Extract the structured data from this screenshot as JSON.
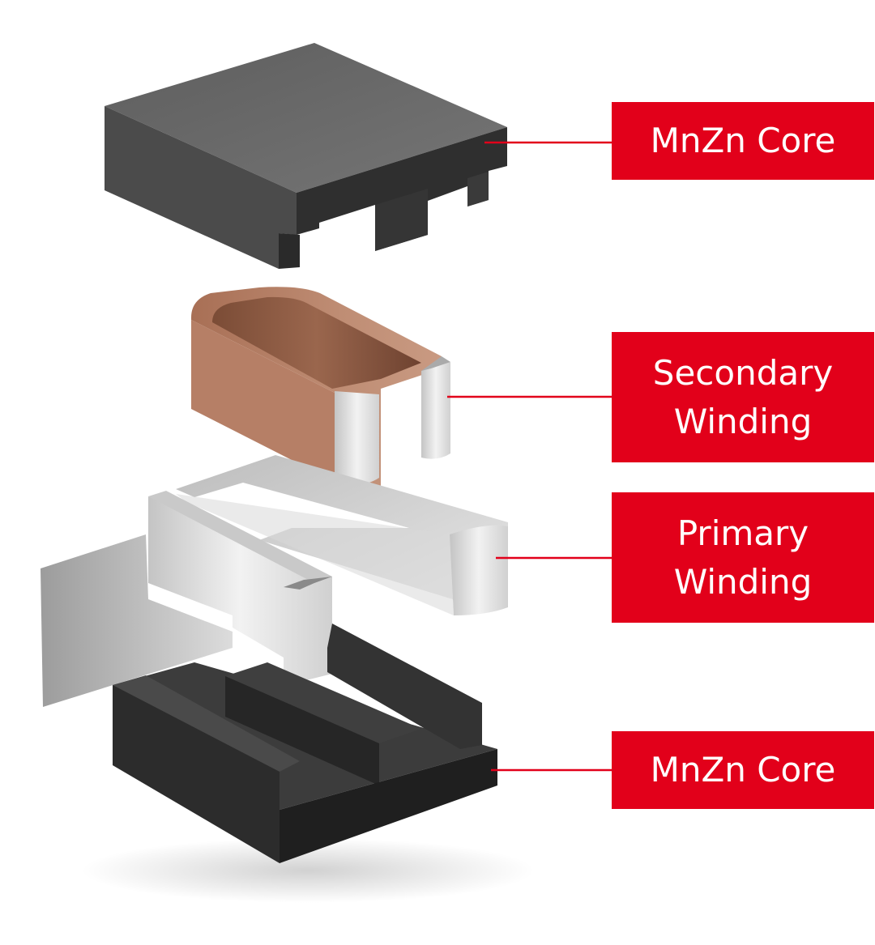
{
  "colors": {
    "accent": "#e2001a",
    "core": "#3a3a3a",
    "copper": "#b07a60",
    "silver": "#dedede"
  },
  "callouts": {
    "top_core": {
      "text": "MnZn Core"
    },
    "secondary": {
      "line1": "Secondary",
      "line2": "Winding"
    },
    "primary": {
      "line1": "Primary",
      "line2": "Winding"
    },
    "bottom_core": {
      "text": "MnZn Core"
    }
  }
}
